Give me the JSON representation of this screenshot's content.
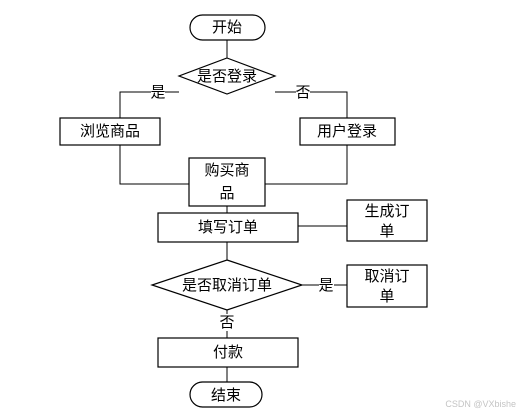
{
  "nodes": {
    "start": "开始",
    "login_check": "是否登录",
    "browse": "浏览商品",
    "user_login": "用户登录",
    "buy_line1": "购买商",
    "buy_line2": "品",
    "fill_order": "填写订单",
    "gen_line1": "生成订",
    "gen_line2": "单",
    "cancel_check": "是否取消订单",
    "cancel_line1": "取消订",
    "cancel_line2": "单",
    "pay": "付款",
    "end": "结束"
  },
  "edge_labels": {
    "login_yes": "是",
    "login_no": "否",
    "cancel_yes": "是",
    "cancel_no": "否"
  },
  "watermark": "CSDN @VXbishe"
}
